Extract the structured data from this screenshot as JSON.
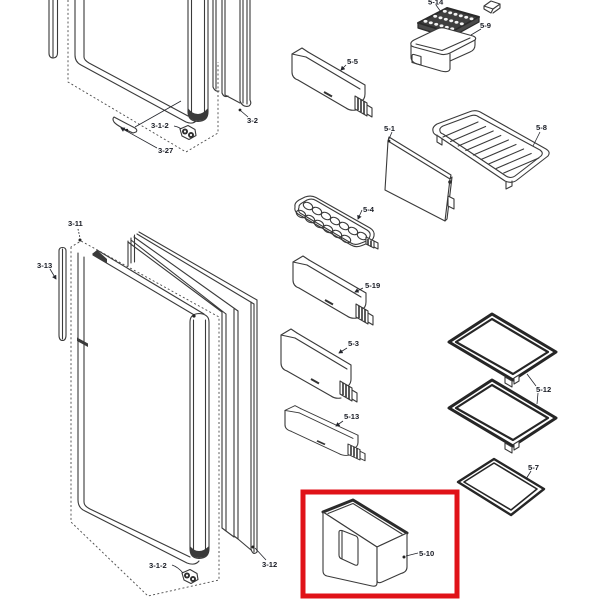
{
  "diagram": {
    "type": "exploded-parts-diagram",
    "subject": "refrigerator doors, gaskets, door bins, shelves and drawer",
    "background": "#ffffff",
    "line_color": "#3a3a3a",
    "label_color": "#181b24",
    "highlight_color": "#e01218",
    "highlighted_part": "5-10"
  },
  "parts": {
    "door_top_hinge": "3-1-2",
    "door_top_plate": "3-27",
    "door_top_gasket": "3-2",
    "door_bottom": "3-11",
    "door_trim": "3-13",
    "door_bottom_hinge": "3-1-2",
    "door_bottom_gasket": "3-12",
    "door_bin_a": "5-5",
    "ice_tray": "5-14",
    "ice_container": "5-9",
    "chill_tray": "5-8",
    "glass_panel": "5-1",
    "egg_tray": "5-4",
    "door_bin_b": "5-19",
    "door_bin_c": "5-3",
    "door_bin_d": "5-13",
    "shelf_frame_pair": "5-12",
    "shelf_frame_lower": "5-7",
    "drawer": "5-10"
  }
}
